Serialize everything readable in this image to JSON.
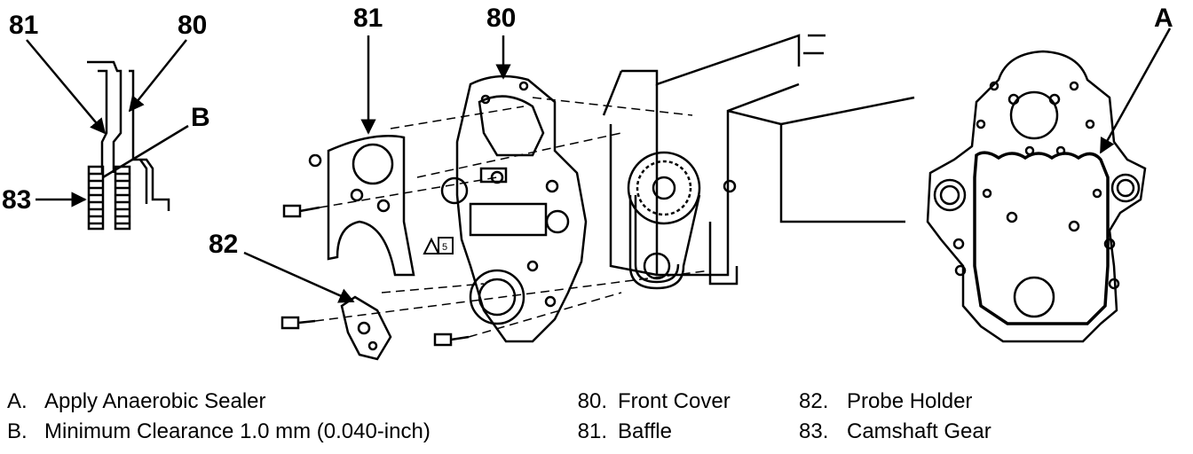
{
  "callouts": {
    "detail_81": "81",
    "detail_80": "80",
    "detail_b": "B",
    "detail_83": "83",
    "main_81": "81",
    "main_80": "80",
    "main_82": "82",
    "cover_a": "A",
    "warning_num": "5"
  },
  "legend": {
    "left": [
      {
        "code": "A.",
        "text": "Apply Anaerobic Sealer"
      },
      {
        "code": "B.",
        "text": "Minimum Clearance 1.0 mm (0.040-inch)"
      }
    ],
    "middle": [
      {
        "code": "80.",
        "text": "Front Cover"
      },
      {
        "code": "81.",
        "text": "Baffle"
      }
    ],
    "right": [
      {
        "code": "82.",
        "text": "Probe Holder"
      },
      {
        "code": "83.",
        "text": "Camshaft Gear"
      }
    ]
  }
}
